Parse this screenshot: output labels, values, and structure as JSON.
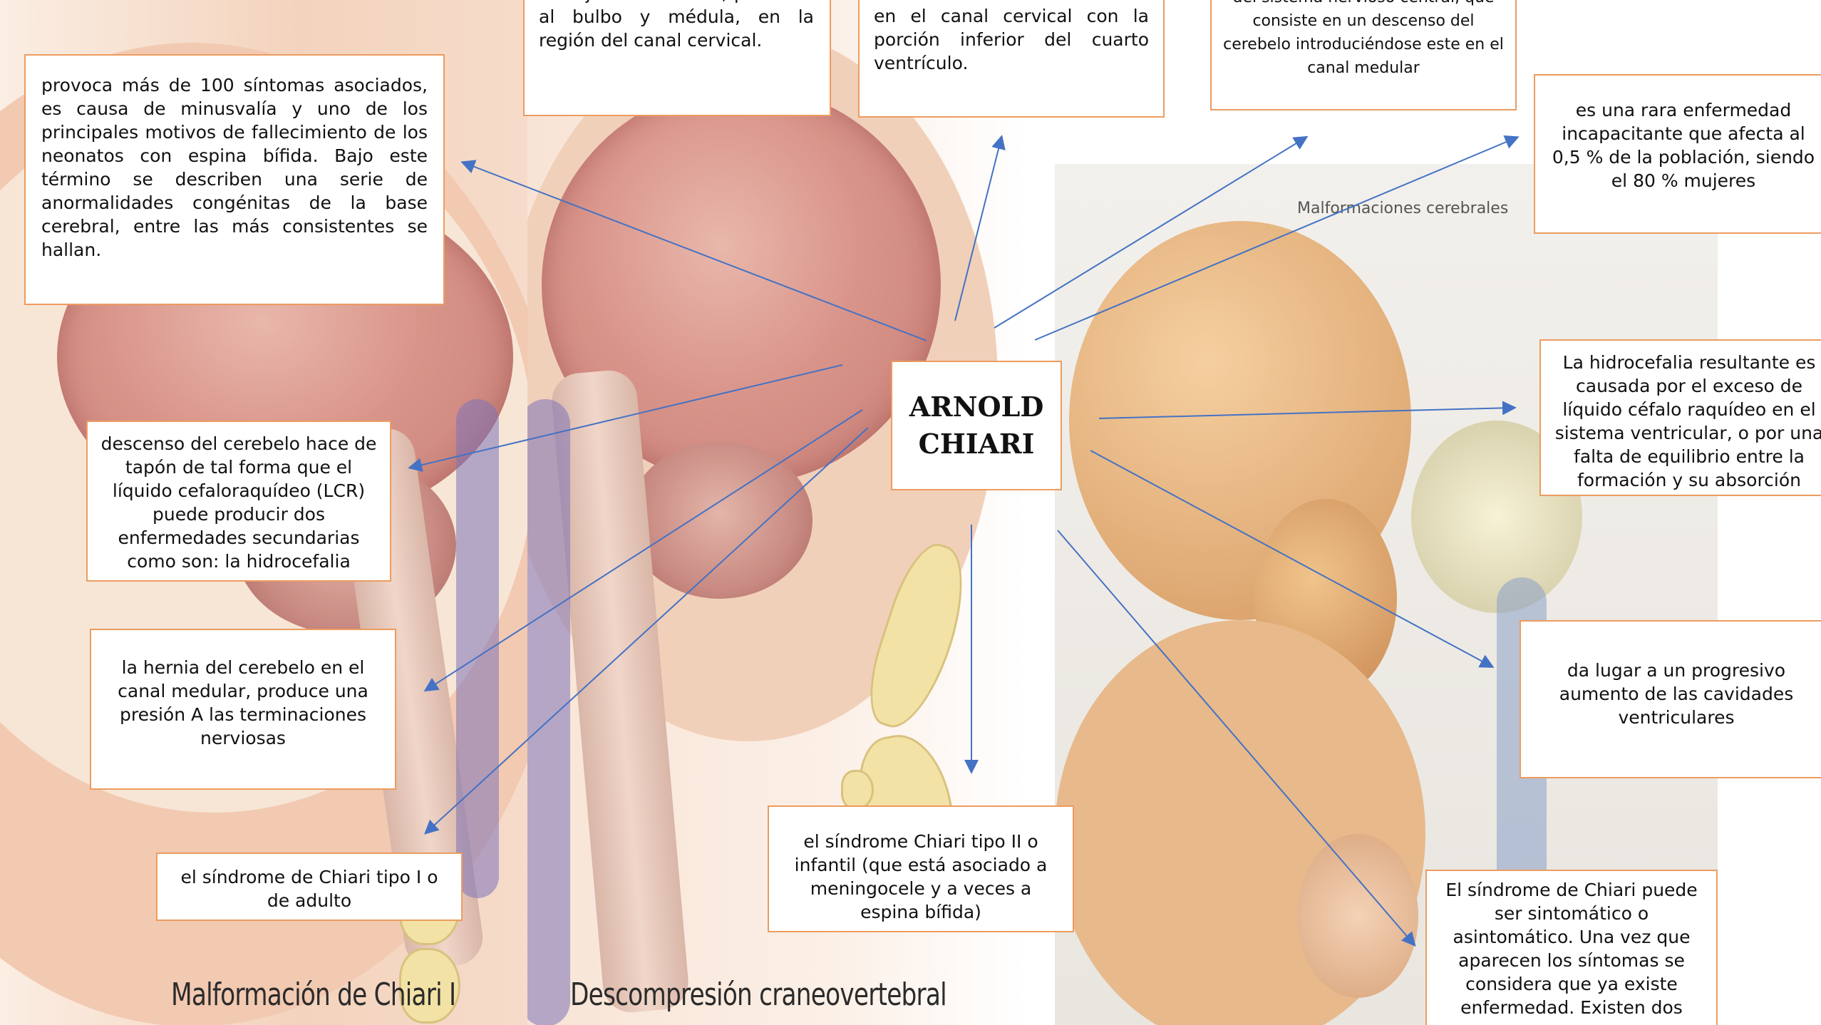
{
  "central_topic": "ARNOLD\nCHIARI",
  "captions": {
    "left": "Malformación de Chiari I",
    "middle": "Descompresión craneovertebral",
    "right_image_label": "Malformaciones cerebrales"
  },
  "boxes": {
    "top_left": "provoca más de 100 síntomas asociados, es causa de minusvalía y uno de los principales motivos de fallecimiento de los neonatos con espina bífida. Bajo este término se describen una serie de anormalidades congénitas de la base cerebral, entre las más consistentes se hallan.",
    "top_mid_left": "de tejido cerebeloso, posterior al bulbo y médula, en la región del canal cervical.",
    "top_mid_right": "en el canal cervical con la porción inferior del cuarto ventrículo.",
    "top_right_center": "del sistema nervioso central, que consiste en un descenso del cerebelo introduciéndose este en el canal medular",
    "far_right_top": "es una rara enfermedad incapacitante que afecta al 0,5 % de la población, siendo el 80 % mujeres",
    "far_right_mid": "La hidrocefalia resultante es causada por el exceso de líquido céfalo raquídeo en el sistema ventricular, o por una falta de equilibrio entre la formación y su absorción",
    "far_right_lower": "da lugar a un progresivo aumento de las cavidades ventriculares",
    "bottom_right": "El síndrome de Chiari puede ser sintomático o asintomático. Una vez que aparecen los síntomas se considera que ya existe enfermedad. Existen dos",
    "left_mid": "descenso del cerebelo hace de tapón de tal forma que el líquido cefaloraquídeo (LCR) puede producir dos enfermedades secundarias como son: la hidrocefalia",
    "left_lower": "la hernia del cerebelo en el canal medular, produce una presión A las terminaciones nerviosas",
    "bottom_left": "el síndrome de Chiari tipo I o de adulto",
    "bottom_center": "el síndrome Chiari tipo II o infantil (que está asociado a meningocele y a veces a espina bífida)"
  },
  "colors": {
    "box_border": "#ed9c5f",
    "arrow": "#4472c4"
  },
  "icons": [
    "arrow-head-icon"
  ]
}
